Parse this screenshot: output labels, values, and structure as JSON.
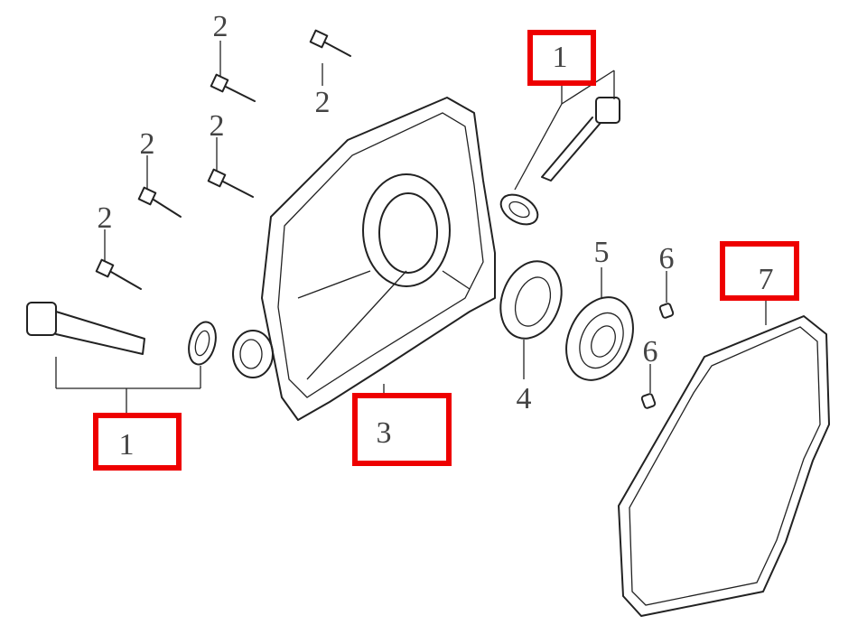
{
  "diagram": {
    "callouts": [
      {
        "id": "oil-filler-cap-right",
        "number": "1",
        "highlighted": true
      },
      {
        "id": "oil-filler-cap-left",
        "number": "1",
        "highlighted": true
      },
      {
        "id": "bolt-a",
        "number": "2",
        "highlighted": false
      },
      {
        "id": "bolt-b",
        "number": "2",
        "highlighted": false
      },
      {
        "id": "bolt-c",
        "number": "2",
        "highlighted": false
      },
      {
        "id": "bolt-d",
        "number": "2",
        "highlighted": false
      },
      {
        "id": "bolt-e",
        "number": "2",
        "highlighted": false
      },
      {
        "id": "crankcase-cover",
        "number": "3",
        "highlighted": true
      },
      {
        "id": "oil-seal",
        "number": "4",
        "highlighted": false
      },
      {
        "id": "bearing",
        "number": "5",
        "highlighted": false
      },
      {
        "id": "dowel-pin-a",
        "number": "6",
        "highlighted": false
      },
      {
        "id": "dowel-pin-b",
        "number": "6",
        "highlighted": false
      },
      {
        "id": "gasket",
        "number": "7",
        "highlighted": true
      }
    ],
    "highlight_color": "#ee0000"
  }
}
